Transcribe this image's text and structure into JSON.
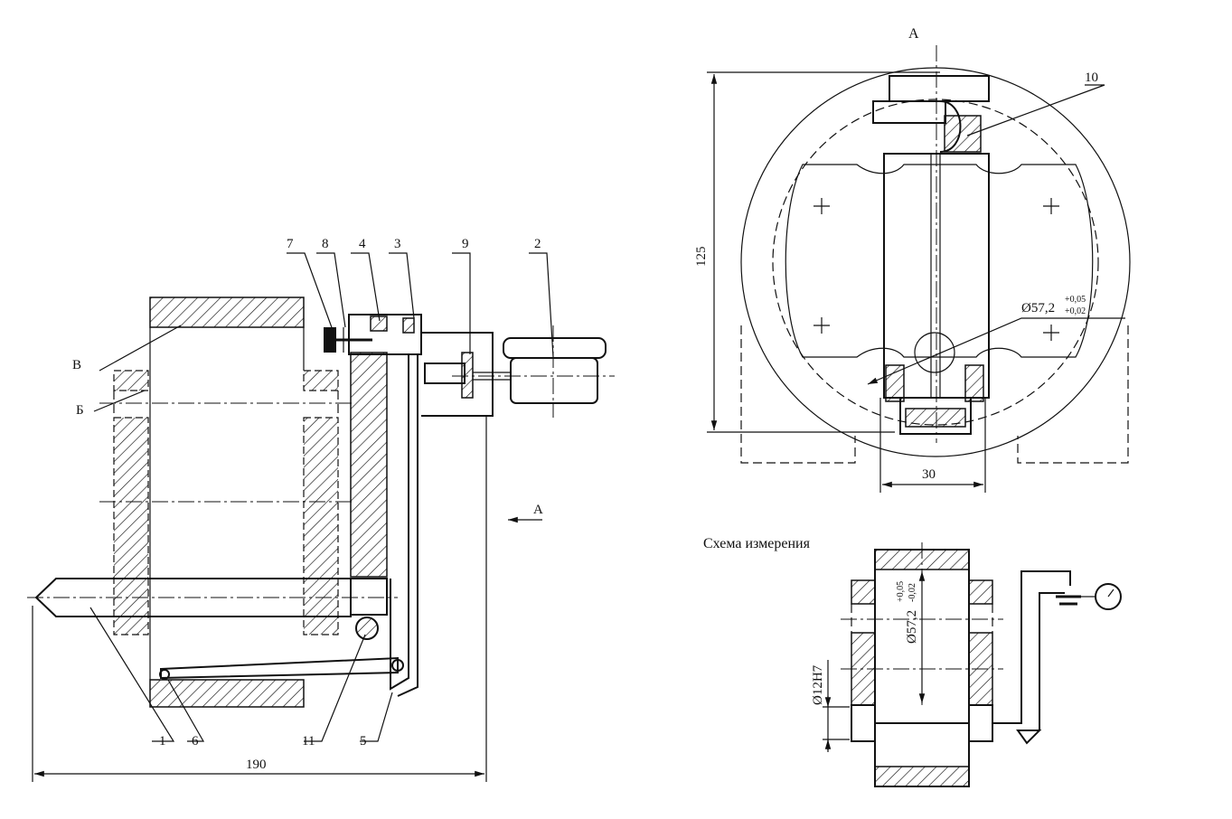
{
  "left_view": {
    "part_labels": {
      "l7": "7",
      "l8": "8",
      "l4": "4",
      "l3": "3",
      "l9": "9",
      "l2": "2",
      "l1": "1",
      "l6": "6",
      "l11": "11",
      "l5": "5"
    },
    "section_labels": {
      "v": "В",
      "b": "Б"
    },
    "view_arrow_label": "А",
    "dim_width": "190"
  },
  "right_view": {
    "view_title": "А",
    "part_label_10": "10",
    "dim_height": "125",
    "dim_width": "30",
    "dim_diameter": "Ø57,2",
    "tol_upper": "+0,05",
    "tol_lower": "+0,02"
  },
  "scheme": {
    "title": "Схема измерения",
    "dim_diameter": "Ø57,2",
    "tol_upper": "+0,05",
    "tol_lower": "-0,02",
    "dim_hole": "Ø12H7"
  }
}
